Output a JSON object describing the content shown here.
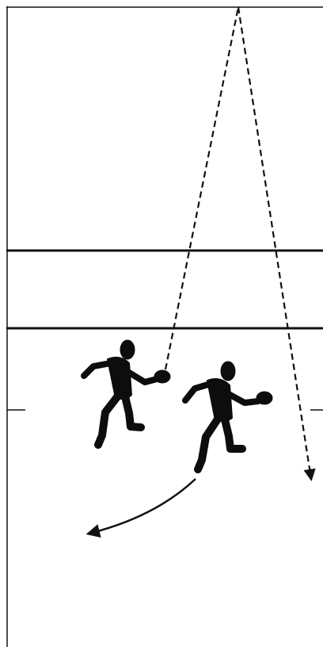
{
  "diagram": {
    "kind": "table-tennis-court-drill",
    "colors": {
      "background": "#ffffff",
      "lines": "#111111",
      "players": "#0d0d0d"
    },
    "players": [
      {
        "id": "player-1",
        "icon": "player-with-paddle-icon"
      },
      {
        "id": "player-2",
        "icon": "player-with-paddle-icon"
      }
    ],
    "paths": [
      {
        "id": "ball-path-up",
        "style": "dashed",
        "from": "player-1",
        "to": "top-of-court"
      },
      {
        "id": "ball-path-down",
        "style": "dashed",
        "from": "top-of-court",
        "to": "right-side",
        "arrowhead": true
      },
      {
        "id": "movement-path",
        "style": "solid-curve",
        "from": "player-2",
        "to": "left",
        "arrowhead": true
      }
    ]
  }
}
